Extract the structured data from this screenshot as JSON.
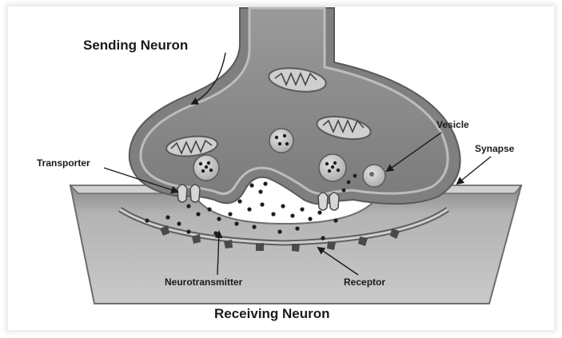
{
  "labels": {
    "sending": "Sending Neuron",
    "receiving": "Receiving Neuron",
    "vesicle": "Vesicle",
    "synapse": "Synapse",
    "transporter": "Transporter",
    "neurotransmitter": "Neurotransmitter",
    "receptor": "Receptor"
  },
  "colors": {
    "membrane_outer": "#7a7a7a",
    "membrane_inner": "#b9b9b9",
    "cytoplasm": "#8e8e8e",
    "receiving_body": "#a6a6a6",
    "vesicle_fill": "#c8c8c8",
    "neurotransmitter": "#1e1e1e",
    "label": "#1b1b1b"
  }
}
